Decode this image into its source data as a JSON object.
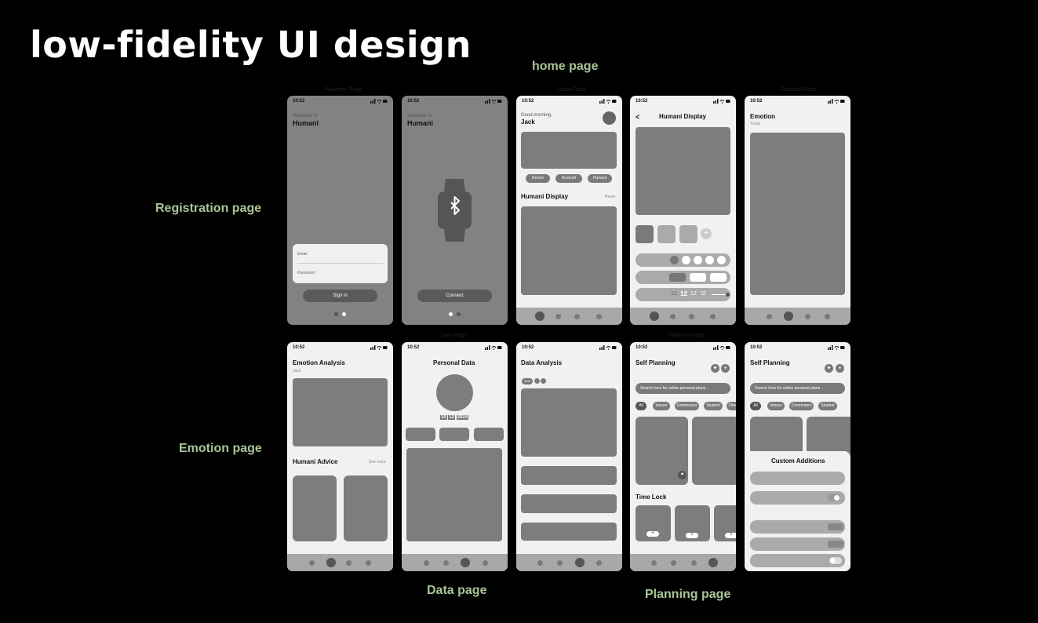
{
  "title": "low-fidelity UI design",
  "sections": {
    "home": "home page",
    "registration": "Registration page",
    "emotion": "Emotion page",
    "data": "Data page",
    "planning": "Planning page"
  },
  "captions": {
    "welcome": "Welcome Page",
    "home": "Home Page",
    "emotion": "Emotion Page",
    "data": "Data Page",
    "planning": "Planning Page"
  },
  "status_time": "10:52",
  "welcome": {
    "line1": "Welcome to",
    "app_name": "Humani",
    "email_placeholder": "Email",
    "password_placeholder": "Password",
    "signin": "Sign in",
    "connect": "Connect"
  },
  "home": {
    "greeting": "Good morning,",
    "user": "Jack",
    "chips": [
      "Device",
      "Account",
      "Humani"
    ],
    "display_title": "Humani Display",
    "reset": "Reset"
  },
  "display": {
    "back": "<",
    "title": "Humani Display",
    "digits": [
      "12",
      "12",
      "12",
      "12"
    ]
  },
  "emotion": {
    "title": "Emotion",
    "subtitle": "Today"
  },
  "emotion_analysis": {
    "title": "Emotion Analysis",
    "user": "Jack",
    "advice_title": "Humani Advice",
    "see_more": "See more"
  },
  "personal_data": {
    "title": "Personal Data",
    "date_parts": [
      "10",
      "12",
      "2024"
    ]
  },
  "data_analysis": {
    "title": "Data Analysis",
    "tag": "Year"
  },
  "self_planning": {
    "title": "Self Planning",
    "search_placeholder": "Search here for online personal plans...",
    "tags": [
      "All",
      "leisure",
      "Commuters",
      "Student",
      "Fitness"
    ],
    "time_lock": "Time Lock"
  },
  "custom": {
    "title": "Custom Additions"
  },
  "colors": {
    "background": "#000000",
    "label_green": "#a9c596",
    "screen_bg": "#f1f1f1",
    "block_gray": "#7d7d7d"
  }
}
